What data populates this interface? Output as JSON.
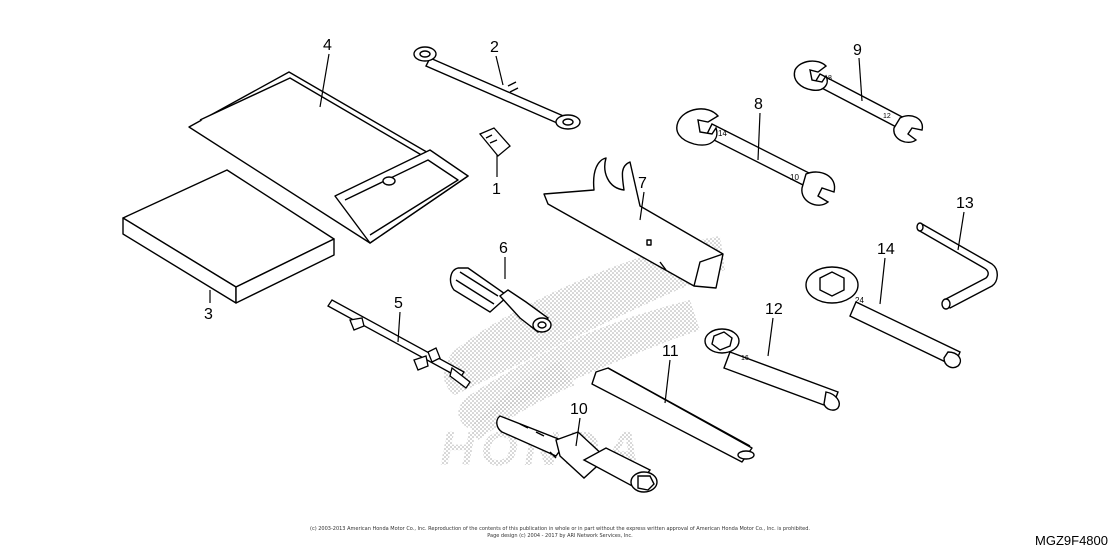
{
  "callouts": [
    {
      "id": "1",
      "label": "1"
    },
    {
      "id": "2",
      "label": "2"
    },
    {
      "id": "3",
      "label": "3"
    },
    {
      "id": "4",
      "label": "4"
    },
    {
      "id": "5",
      "label": "5"
    },
    {
      "id": "6",
      "label": "6"
    },
    {
      "id": "7",
      "label": "7"
    },
    {
      "id": "8",
      "label": "8"
    },
    {
      "id": "9",
      "label": "9"
    },
    {
      "id": "10",
      "label": "10"
    },
    {
      "id": "11",
      "label": "11"
    },
    {
      "id": "12",
      "label": "12"
    },
    {
      "id": "13",
      "label": "13"
    },
    {
      "id": "14",
      "label": "14"
    }
  ],
  "wrench_markings": {
    "w9_a": "8",
    "w9_b": "12",
    "w8_a": "14",
    "w8_b": "10",
    "w12": "16",
    "w14": "24"
  },
  "watermark": "HONDA",
  "footer": {
    "copyright_line1": "(c) 2003-2013 American Honda Motor Co., Inc. Reproduction of the contents of this publication in whole or in part without the express written approval of American Honda Motor Co., Inc. is prohibited.",
    "copyright_line2": "Page design (c) 2004 - 2017 by ARI Network Services, Inc."
  },
  "diagram_code": "MGZ9F4800",
  "colors": {
    "line": "#000000",
    "background": "#ffffff",
    "watermark_dots": "#9a9a9a"
  }
}
